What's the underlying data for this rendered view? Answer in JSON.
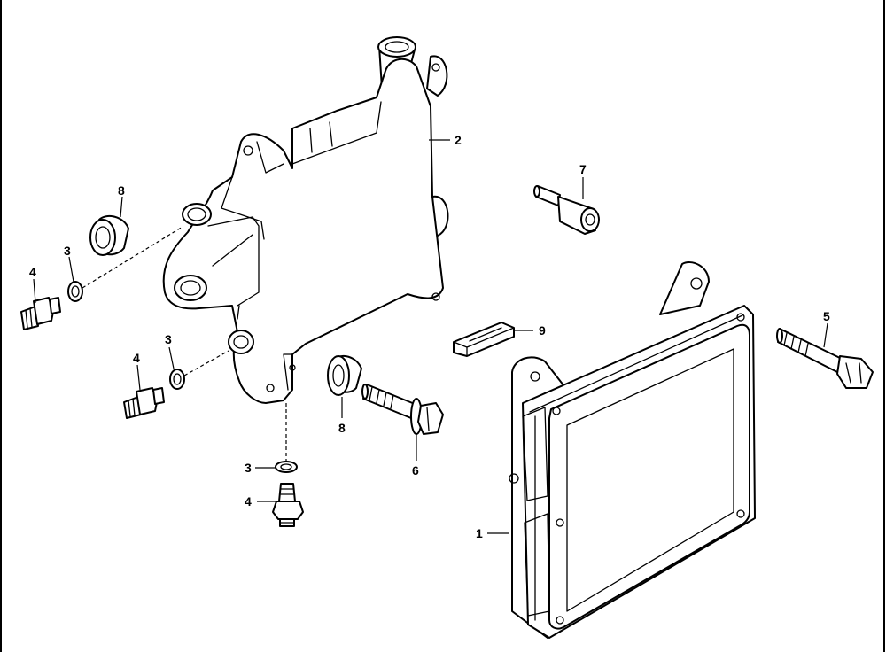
{
  "callouts": {
    "c1": "1",
    "c2": "2",
    "c3a": "3",
    "c3b": "3",
    "c3c": "3",
    "c4a": "4",
    "c4b": "4",
    "c4c": "4",
    "c5": "5",
    "c6": "6",
    "c7": "7",
    "c8a": "8",
    "c8b": "8",
    "c9": "9"
  }
}
